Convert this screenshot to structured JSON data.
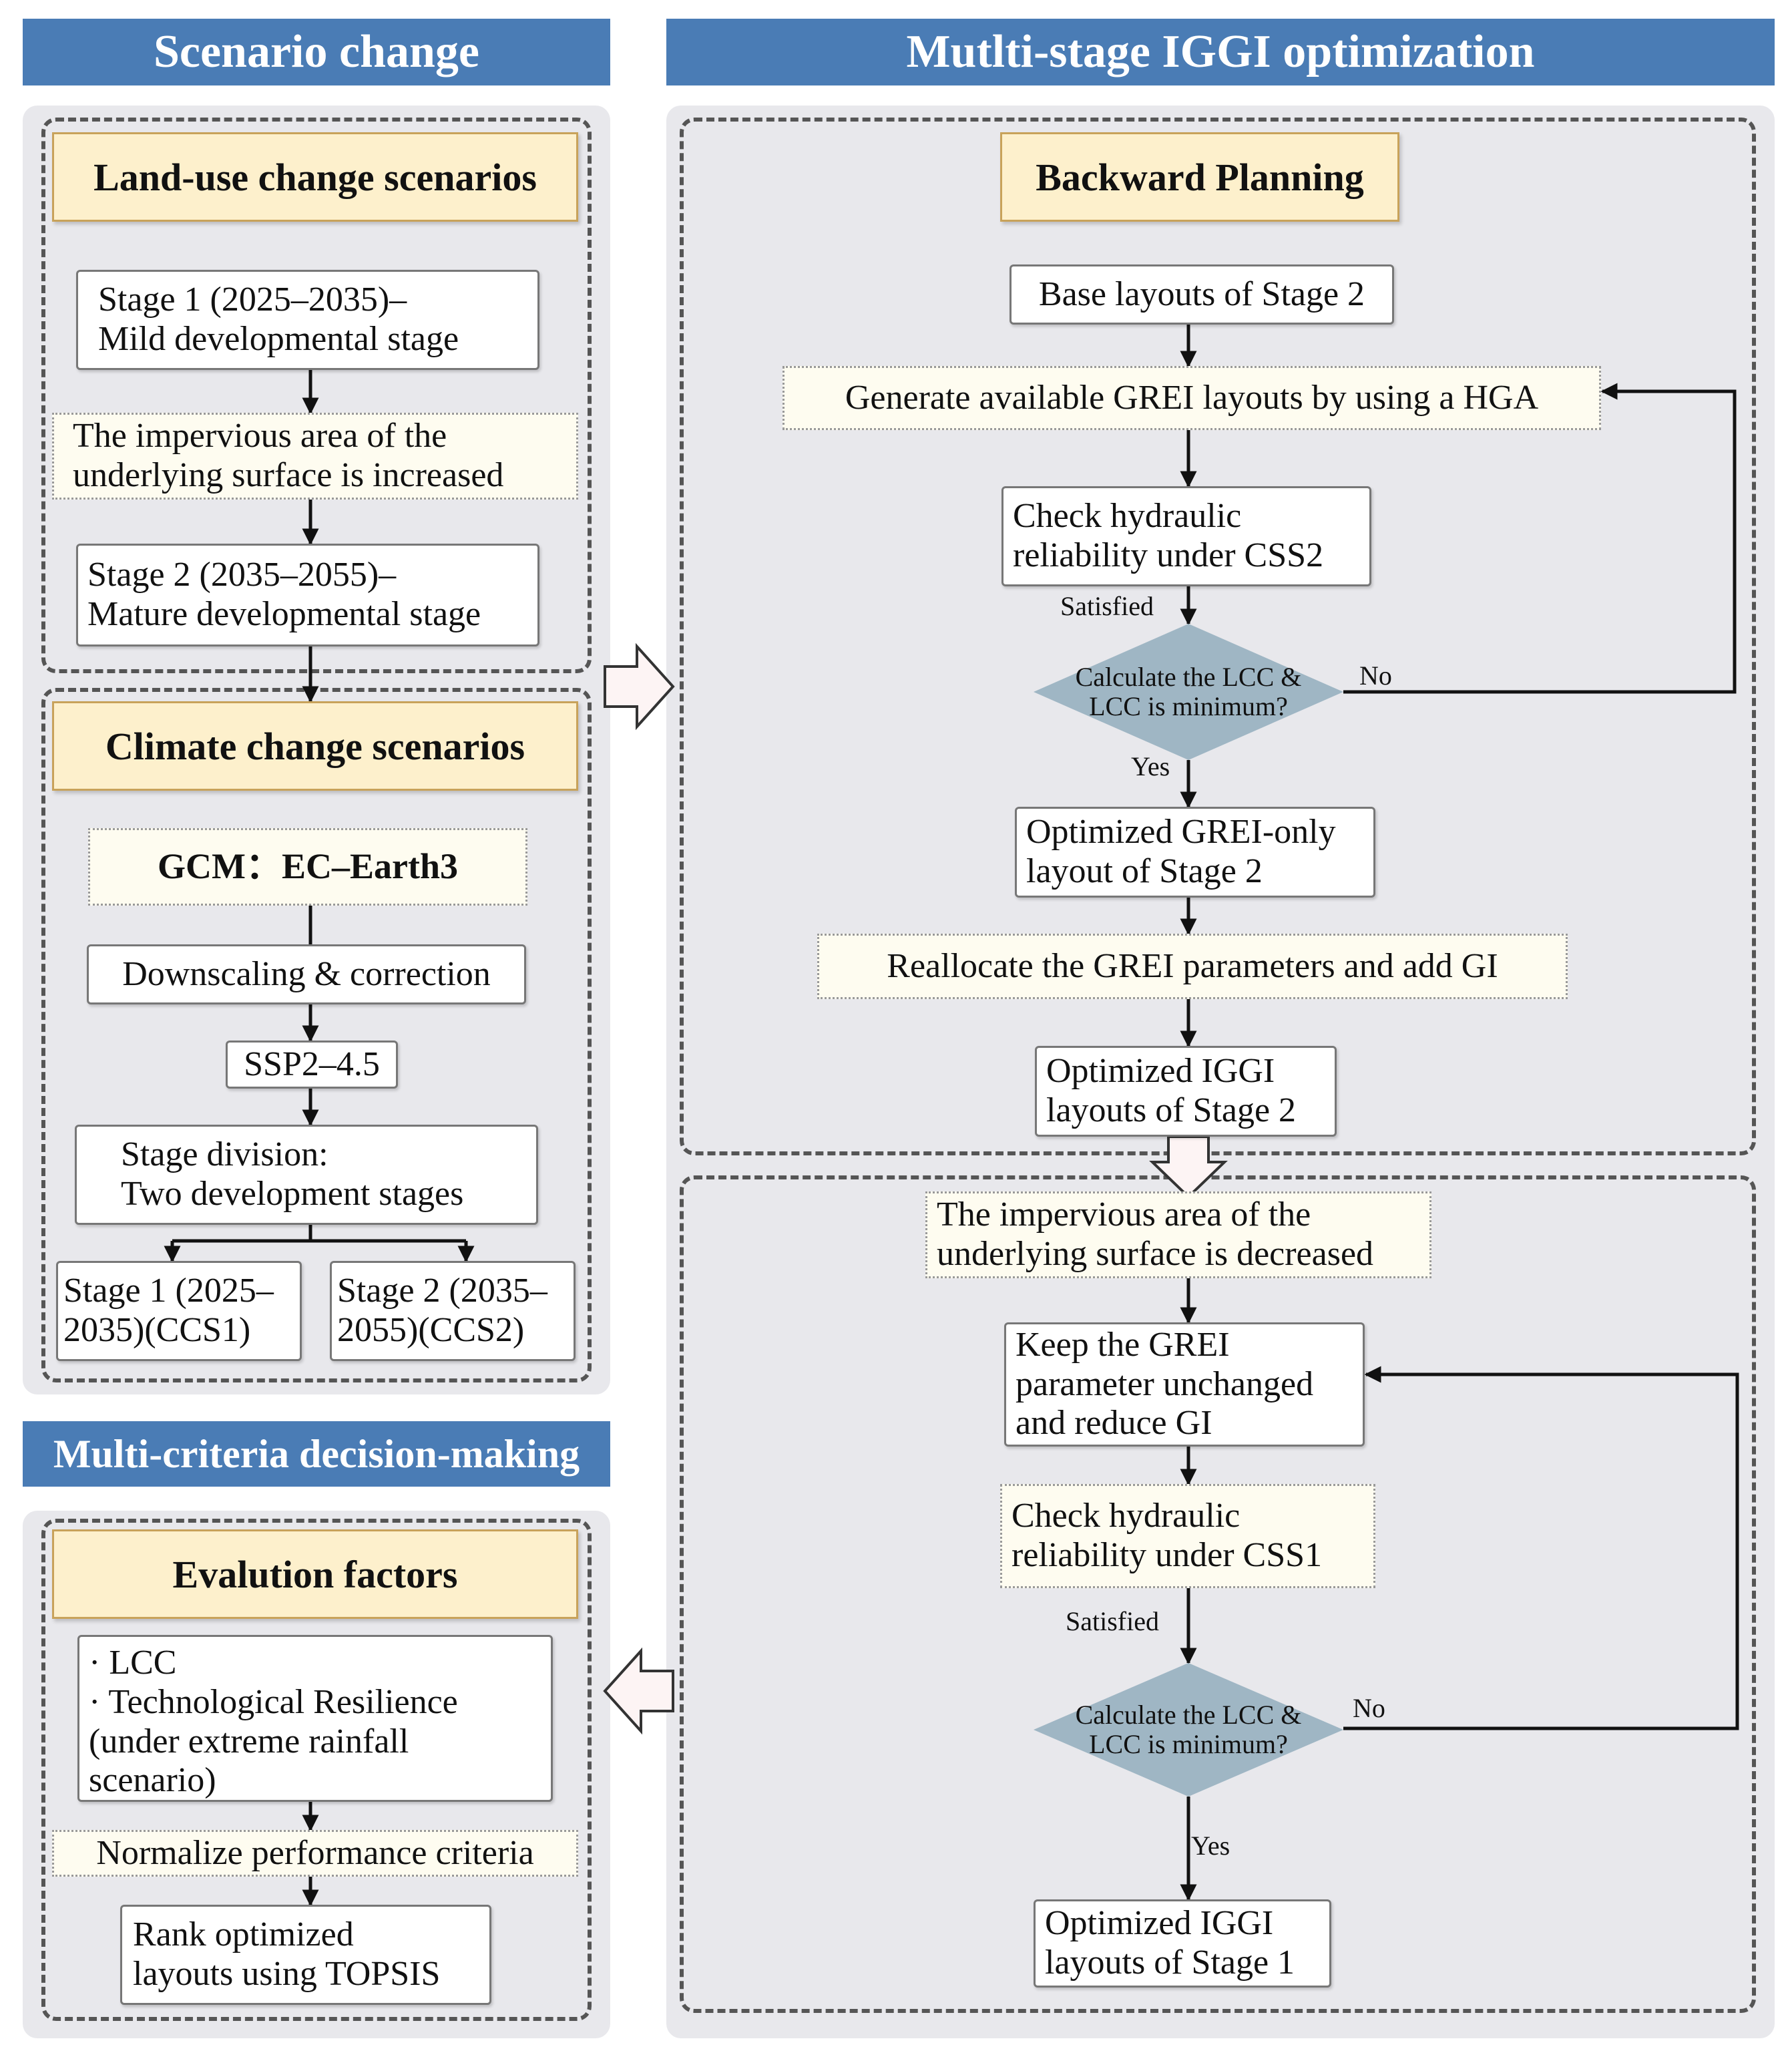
{
  "headers": {
    "scenario_change": "Scenario change",
    "multi_stage": "Mutlti-stage IGGI optimization",
    "mcdm": "Multi-criteria decision-making"
  },
  "land_use": {
    "title": "Land-use change scenarios",
    "stage1": "Stage 1 (2025–2035)–\nMild developmental stage",
    "increase_note": "The impervious area of the\nunderlying surface is increased",
    "stage2": "Stage 2 (2035–2055)–\nMature developmental stage"
  },
  "climate": {
    "title": "Climate change scenarios",
    "gcm": "GCM：EC–Earth3",
    "downscaling": "Downscaling & correction",
    "ssp": "SSP2–4.5",
    "stage_division": "Stage division:\nTwo development stages",
    "ccs1": "Stage 1 (2025–\n2035)(CCS1)",
    "ccs2": "Stage 2 (2035–\n2055)(CCS2)"
  },
  "evaluation": {
    "title": "Evalution factors",
    "factors": "· LCC\n· Technological Resilience\n(under extreme rainfall\nscenario)",
    "normalize": "Normalize performance criteria",
    "rank": "Rank optimized\nlayouts using TOPSIS"
  },
  "backward": {
    "title": "Backward Planning",
    "base": "Base layouts of Stage 2",
    "generate": "Generate available GREI layouts by using a HGA",
    "check2": "Check hydraulic\nreliability under CSS2",
    "satisfied": "Satisfied",
    "decision": "Calculate the LCC &\nLCC is minimum?",
    "no": "No",
    "yes": "Yes",
    "grei_only": "Optimized GREI-only\nlayout of Stage 2",
    "reallocate": "Reallocate the GREI parameters and add GI",
    "iggi2": "Optimized IGGI\nlayouts of Stage 2"
  },
  "stage1_opt": {
    "decrease_note": "The impervious area of the\nunderlying surface is decreased",
    "keep": "Keep the GREI\nparameter unchanged\nand reduce GI",
    "check1": "Check hydraulic\nreliability under CSS1",
    "satisfied": "Satisfied",
    "decision": "Calculate the LCC &\nLCC is minimum?",
    "no": "No",
    "yes": "Yes",
    "iggi1": "Optimized IGGI\nlayouts of Stage 1"
  },
  "colors": {
    "header_bar": "#4a7cb5",
    "panel": "#e8e8ec",
    "title_fill": "#fdf0cc",
    "diamond": "#9fb6c4"
  }
}
